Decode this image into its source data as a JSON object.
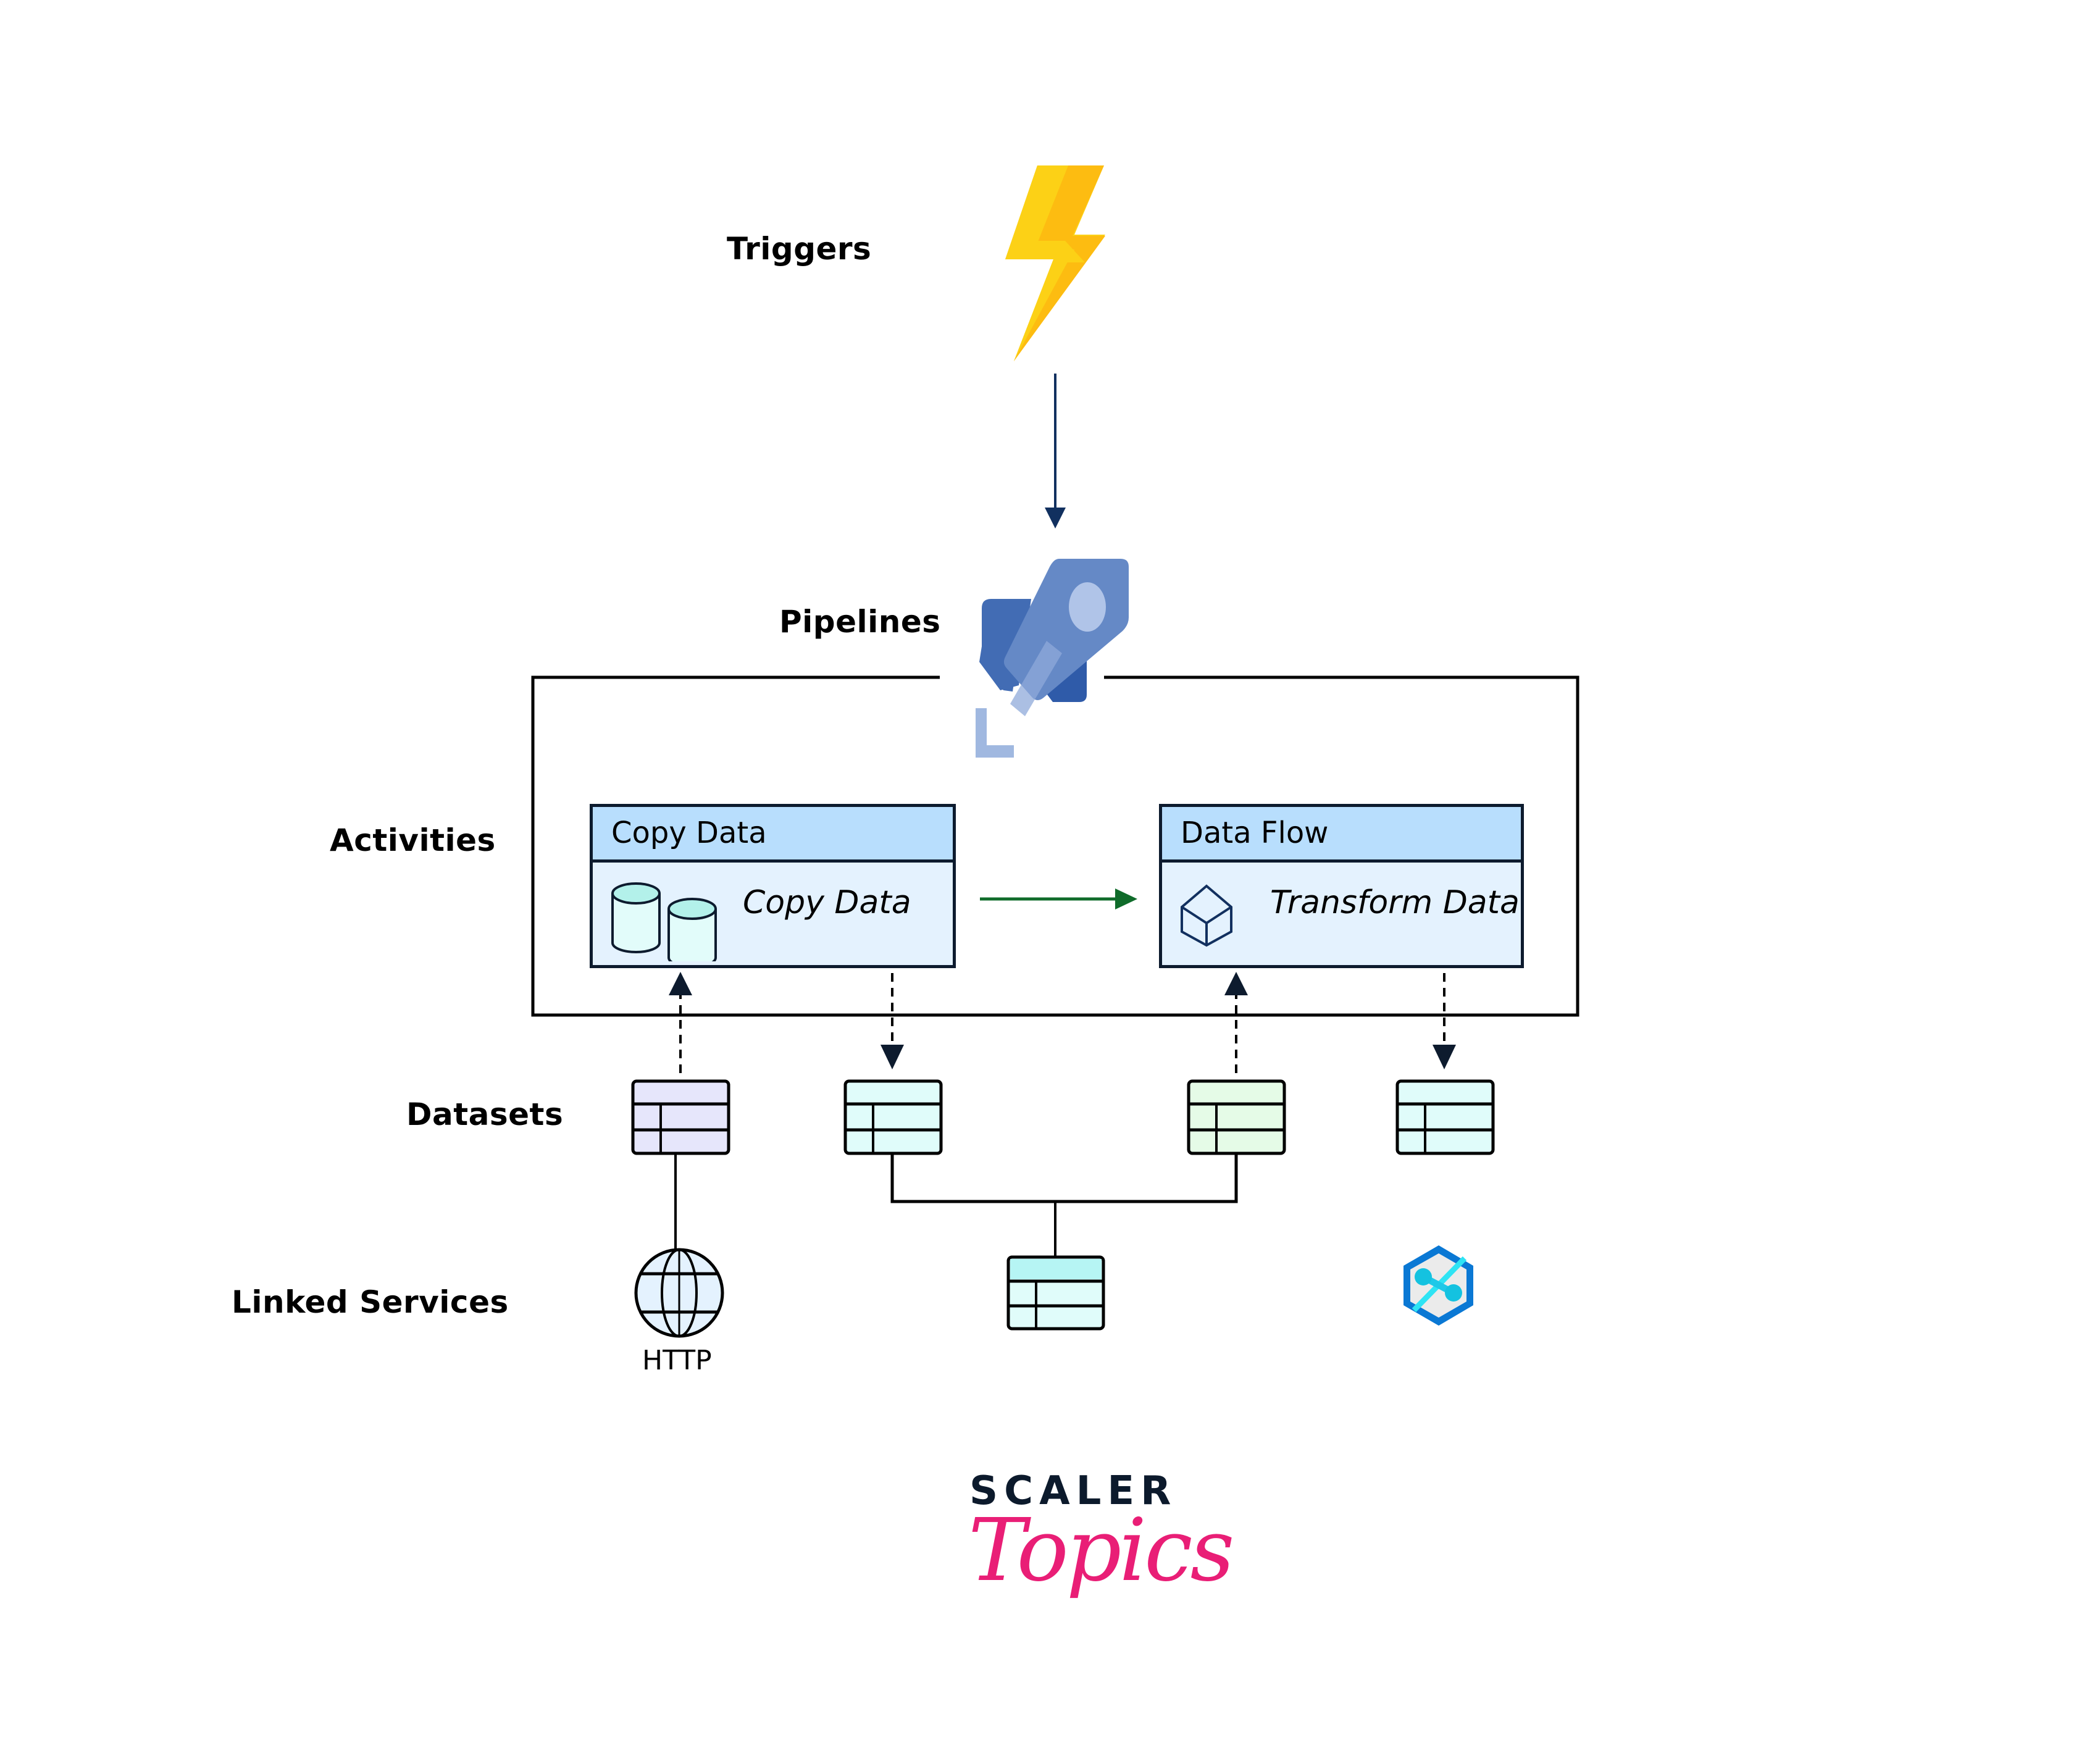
{
  "layers": {
    "triggers": "Triggers",
    "pipelines": "Pipelines",
    "activities": "Activities",
    "datasets": "Datasets",
    "linked_services": "Linked Services"
  },
  "icons": {
    "trigger": "lightning-bolt-icon",
    "pipeline": "rocket-pipeline-icon",
    "copy_activity": "database-cylinders-icon",
    "dataflow_activity": "cube-icon",
    "http_service": "globe-icon",
    "storage_service": "table-icon",
    "synapse_service": "hexagon-synapse-icon"
  },
  "activities": [
    {
      "header": "Copy Data",
      "body": "Copy Data"
    },
    {
      "header": "Data Flow",
      "body": "Transform Data"
    }
  ],
  "datasets": [
    {
      "color": "#e6e6fb"
    },
    {
      "color": "#e0fcfa"
    },
    {
      "color": "#e5fbe7"
    },
    {
      "color": "#e0fcfa"
    }
  ],
  "linked_services": {
    "http_label": "HTTP",
    "storage_header_color": "#b6f5f4"
  },
  "colors": {
    "trigger_light": "#fcd116",
    "trigger_dark": "#fdbc11",
    "pipeline_dark": "#2f5ba9",
    "pipeline_mid": "#4470b7",
    "pipeline_light": "#a0b8e0",
    "flow_arrow": "#0f6b2a",
    "trigger_arrow": "#11305f",
    "activity_header": "#b8defd",
    "activity_body": "#e4f2fe",
    "brand_pink": "#e91e76",
    "brand_dark": "#0c1a2c"
  },
  "brand": {
    "line1": "SCALER",
    "line2": "Topics"
  }
}
